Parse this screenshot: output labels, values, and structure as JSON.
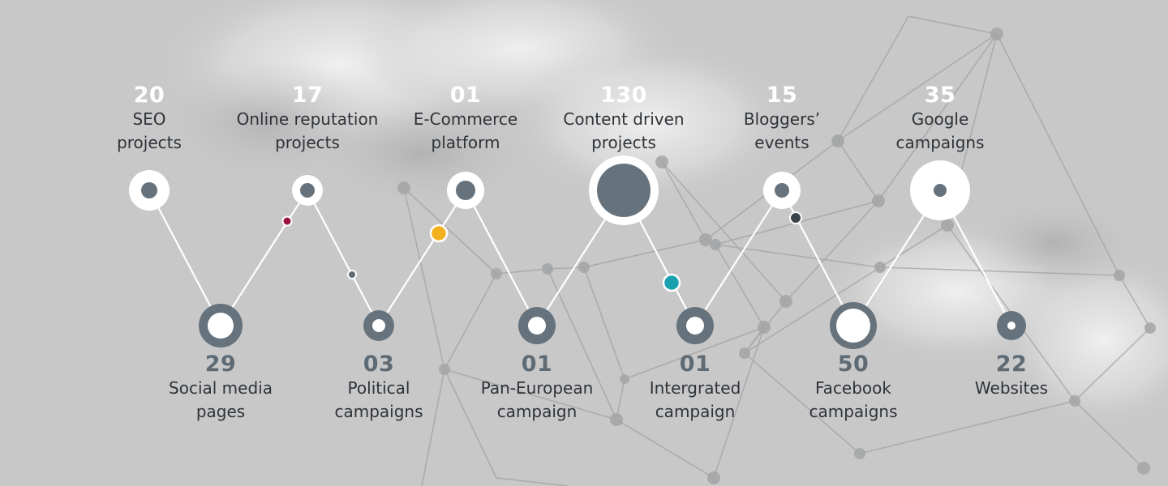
{
  "colors": {
    "background": "#c9c8c9",
    "node_dark": "#66737c",
    "node_light": "#ffffff",
    "accent_yellow": "#f2b01e",
    "accent_teal": "#1ba0b0",
    "accent_crimson": "#9c1446",
    "accent_charcoal": "#3d4449"
  },
  "stats_top": [
    {
      "number": "20",
      "label_lines": [
        "SEO",
        "projects"
      ]
    },
    {
      "number": "17",
      "label_lines": [
        "Online reputation",
        "projects"
      ]
    },
    {
      "number": "01",
      "label_lines": [
        "E-Commerce",
        "platform"
      ]
    },
    {
      "number": "130",
      "label_lines": [
        "Content driven",
        "projects"
      ]
    },
    {
      "number": "15",
      "label_lines": [
        "Bloggers’",
        "events"
      ]
    },
    {
      "number": "35",
      "label_lines": [
        "Google",
        "campaigns"
      ]
    }
  ],
  "stats_bottom": [
    {
      "number": "29",
      "label_lines": [
        "Social media",
        "pages"
      ]
    },
    {
      "number": "03",
      "label_lines": [
        "Political",
        "campaigns"
      ]
    },
    {
      "number": "01",
      "label_lines": [
        "Pan-European",
        "campaign"
      ]
    },
    {
      "number": "01",
      "label_lines": [
        "Intergrated",
        "campaign"
      ]
    },
    {
      "number": "50",
      "label_lines": [
        "Facebook",
        "campaigns"
      ]
    },
    {
      "number": "22",
      "label_lines": [
        "Websites"
      ]
    }
  ]
}
